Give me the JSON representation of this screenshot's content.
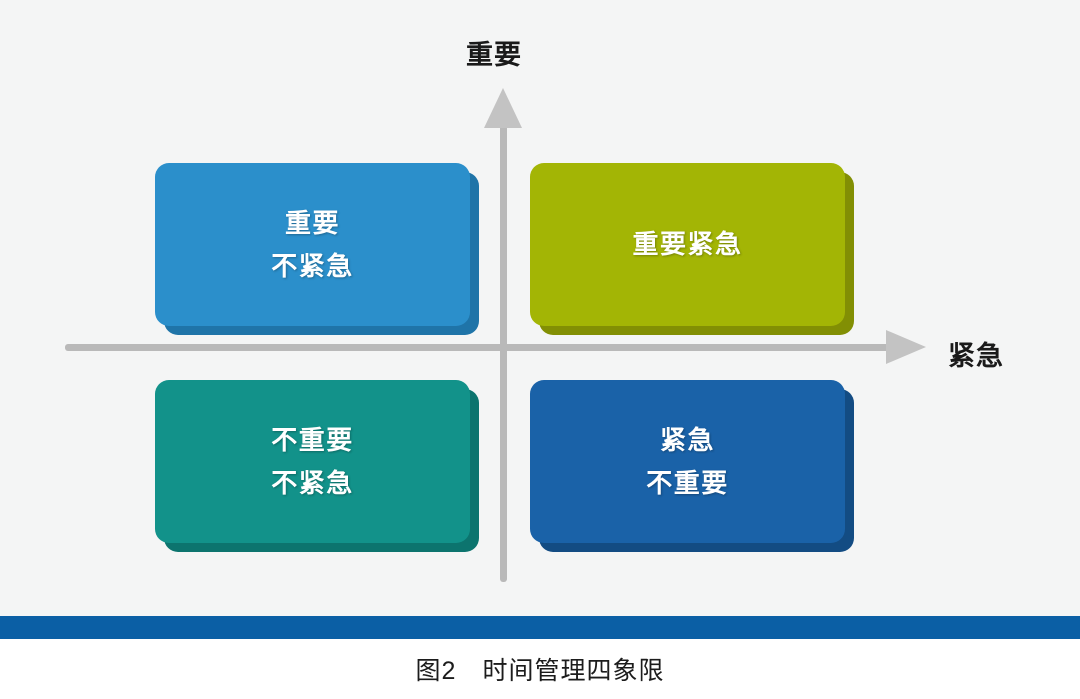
{
  "figure": {
    "caption": "图2　时间管理四象限",
    "background_color": "#f4f5f5",
    "accent_band_color": "#0b5fa5"
  },
  "axes": {
    "y_label": "重要",
    "x_label": "紧急",
    "axis_color": "#b9b9b9"
  },
  "quadrants": [
    {
      "id": "important-not-urgent",
      "position": "top-left",
      "line1": "重要",
      "line2": "不紧急",
      "face_color": "#2b8fcb",
      "shade_color": "#1f74a8"
    },
    {
      "id": "important-urgent",
      "position": "top-right",
      "line1": "重要紧急",
      "line2": "",
      "face_color": "#a3b505",
      "shade_color": "#828f04"
    },
    {
      "id": "not-important-not-urgent",
      "position": "bottom-left",
      "line1": "不重要",
      "line2": "不紧急",
      "face_color": "#12928a",
      "shade_color": "#0c746e"
    },
    {
      "id": "urgent-not-important",
      "position": "bottom-right",
      "line1": "紧急",
      "line2": "不重要",
      "face_color": "#1a62a8",
      "shade_color": "#134c83"
    }
  ]
}
